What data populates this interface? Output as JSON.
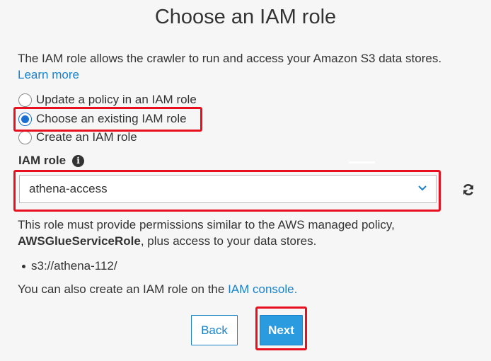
{
  "dialog": {
    "title": "Choose an IAM role",
    "description": "The IAM role allows the crawler to run and access your Amazon S3 data stores.",
    "learn_more": "Learn more"
  },
  "radio_options": [
    {
      "label": "Update a policy in an IAM role",
      "selected": false
    },
    {
      "label": "Choose an existing IAM role",
      "selected": true
    },
    {
      "label": "Create an IAM role",
      "selected": false
    }
  ],
  "iam_role": {
    "label": "IAM role",
    "info_icon": "info-icon",
    "selected_value": "athena-access",
    "refresh_icon": "refresh-icon"
  },
  "help": {
    "text_before": "This role must provide permissions similar to the AWS managed policy,",
    "policy_name": "AWSGlueServiceRole",
    "text_after": ", plus access to your data stores.",
    "data_stores": [
      "s3://athena-112/"
    ],
    "console_text": "You can also create an IAM role on the",
    "console_link": "IAM console."
  },
  "buttons": {
    "back": "Back",
    "next": "Next"
  },
  "colors": {
    "accent": "#1a82c9",
    "primary_button": "#2b9be0",
    "highlight": "#e8101e"
  }
}
